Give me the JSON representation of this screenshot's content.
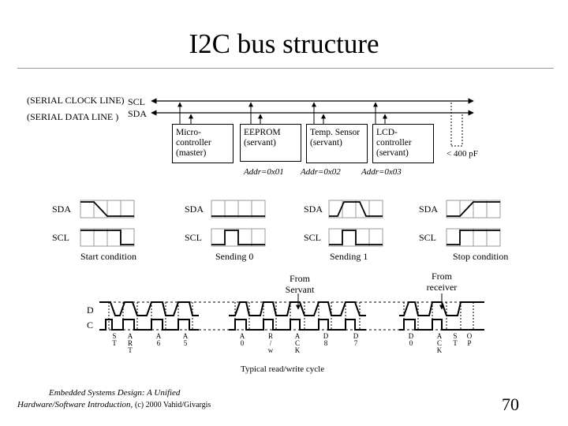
{
  "title": "I2C bus structure",
  "bus": {
    "scl_line_label": "(SERIAL CLOCK LINE)",
    "scl": "SCL",
    "sda_line_label": "(SERIAL DATA LINE )",
    "sda": "SDA"
  },
  "devices": [
    {
      "label": "Micro-controller (master)",
      "addr": ""
    },
    {
      "label": "EEPROM (servant)",
      "addr": "Addr=0x01"
    },
    {
      "label": "Temp. Sensor (servant)",
      "addr": "Addr=0x02"
    },
    {
      "label": "LCD-controller (servant)",
      "addr": "Addr=0x03"
    }
  ],
  "limit_label": "< 400 pF",
  "conditions": [
    {
      "sda": "SDA",
      "scl": "SCL",
      "caption": "Start condition"
    },
    {
      "sda": "SDA",
      "scl": "SCL",
      "caption": "Sending 0"
    },
    {
      "sda": "SDA",
      "scl": "SCL",
      "caption": "Sending 1"
    },
    {
      "sda": "SDA",
      "scl": "SCL",
      "caption": "Stop condition"
    }
  ],
  "rw_cycle": {
    "d_label": "D",
    "c_label": "C",
    "from_servant": "From Servant",
    "from_receiver": "From receiver",
    "signals": [
      "ST",
      "ART",
      "A6",
      "A5",
      "A0",
      "R/w",
      "ACK",
      "D8",
      "D7",
      "D0",
      "ACK",
      "ST",
      "OP"
    ],
    "caption": "Typical read/write cycle"
  },
  "footer": {
    "line1": "Embedded Systems Design: A Unified",
    "line2_italic": "Hardware/Software Introduction,",
    "line2_rest": "(c) 2000 Vahid/Givargis",
    "page": "70"
  }
}
